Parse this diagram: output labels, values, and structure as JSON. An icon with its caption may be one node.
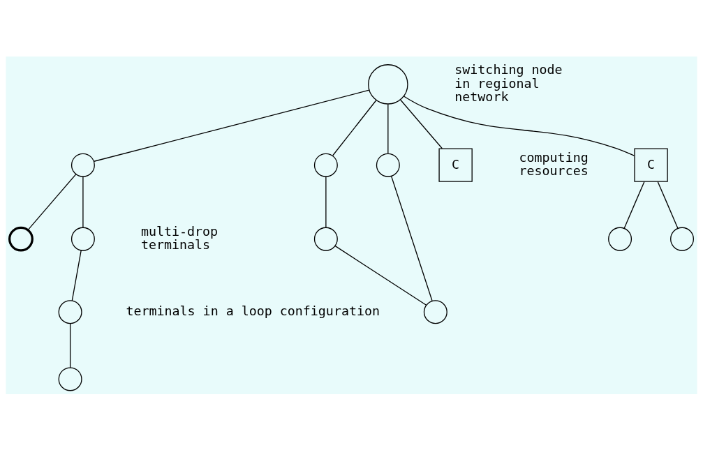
{
  "diagram": {
    "nodes": [
      {
        "text": [],
        "shape": "circle",
        "beside": [
          "switching node in regional network"
        ]
      },
      {
        "text": [],
        "shape": "circle"
      },
      {
        "text": [],
        "shape": "circle"
      },
      {
        "text": [],
        "shape": "circle",
        "beside": [
          "multi-drop terminals"
        ]
      },
      {
        "text": [],
        "shape": "circle"
      },
      {
        "text": [],
        "shape": "circle"
      },
      {
        "text": [],
        "shape": "circle"
      },
      {
        "text": [],
        "shape": "circle"
      },
      {
        "text": [],
        "shape": "circle"
      },
      {
        "text": [],
        "shape": "circle"
      },
      {
        "text": [
          "C"
        ],
        "beside": [
          "computing resources"
        ]
      },
      {
        "text": [
          "C"
        ]
      },
      {
        "text": [],
        "shape": "circle"
      },
      {
        "text": [],
        "shape": "circle"
      }
    ],
    "edges": [
      {
        "from": 1,
        "to": 2,
        "arrow": "none"
      },
      {
        "from": 2,
        "to": 0,
        "arrow": "none"
      },
      {
        "from": 2,
        "to": 3,
        "arrow": "none"
      },
      {
        "from": 3,
        "to": 4,
        "arrow": "none"
      },
      {
        "from": 4,
        "to": 5,
        "arrow": "none"
      },
      {
        "from": 0,
        "to": 6,
        "arrow": "none"
      },
      {
        "from": 0,
        "to": 7,
        "arrow": "none"
      },
      {
        "from": 6,
        "to": 8,
        "arrow": "none"
      },
      {
        "from": 8,
        "to": 9,
        "arrow": "none"
      },
      {
        "from": 7,
        "to": 9,
        "arrow": "none"
      },
      {
        "from": 0,
        "to": 10,
        "arrow": "none"
      },
      {
        "from": 0,
        "to": 11,
        "arrow": "none"
      },
      {
        "from": 11,
        "to": 12,
        "arrow": "none"
      },
      {
        "from": 11,
        "to": 13,
        "arrow": "none"
      }
    ],
    "labels": [
      "terminals in a loop configuration"
    ]
  }
}
